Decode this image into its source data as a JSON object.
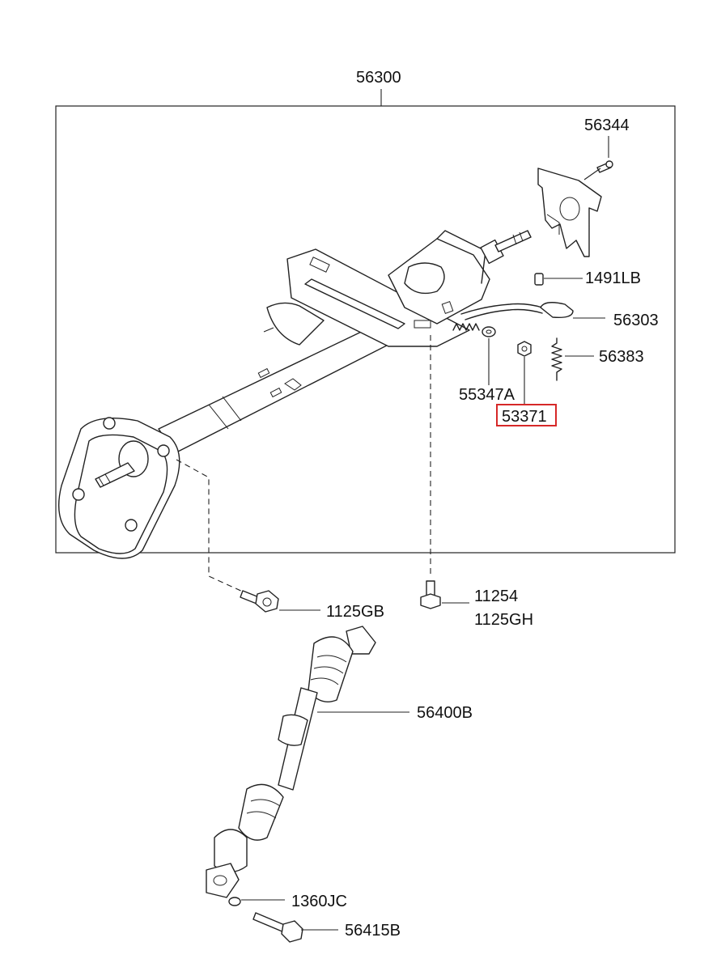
{
  "labels": {
    "assembly": "56300",
    "bracket_bolt": "56344",
    "pin": "1491LB",
    "tilt_lever": "56303",
    "spring": "56383",
    "washer": "55347A",
    "nut": "53371",
    "bolt_left": "1125GB",
    "bolt_right_1": "11254",
    "bolt_right_2": "1125GH",
    "intermediate_shaft": "56400B",
    "yoke_washer": "1360JC",
    "yoke_bolt": "56415B"
  },
  "highlight": {
    "label": "nut",
    "color": "#d62828"
  }
}
